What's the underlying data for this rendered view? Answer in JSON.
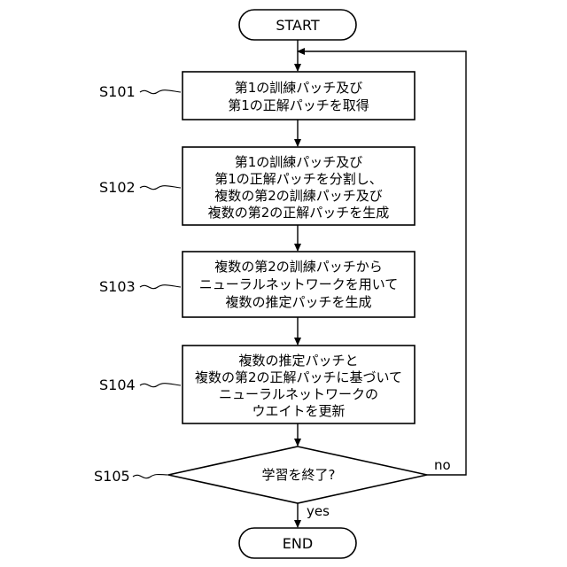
{
  "start": {
    "label": "START"
  },
  "end": {
    "label": "END"
  },
  "steps": [
    {
      "id": "S101",
      "lines": [
        "第1の訓練パッチ及び",
        "第1の正解パッチを取得"
      ]
    },
    {
      "id": "S102",
      "lines": [
        "第1の訓練パッチ及び",
        "第1の正解パッチを分割し、",
        "複数の第2の訓練パッチ及び",
        "複数の第2の正解パッチを生成"
      ]
    },
    {
      "id": "S103",
      "lines": [
        "複数の第2の訓練パッチから",
        "ニューラルネットワークを用いて",
        "複数の推定パッチを生成"
      ]
    },
    {
      "id": "S104",
      "lines": [
        "複数の推定パッチと",
        "複数の第2の正解パッチに基づいて",
        "ニューラルネットワークの",
        "ウエイトを更新"
      ]
    }
  ],
  "decision": {
    "id": "S105",
    "label": "学習を終了?"
  },
  "branches": {
    "no": "no",
    "yes": "yes"
  }
}
